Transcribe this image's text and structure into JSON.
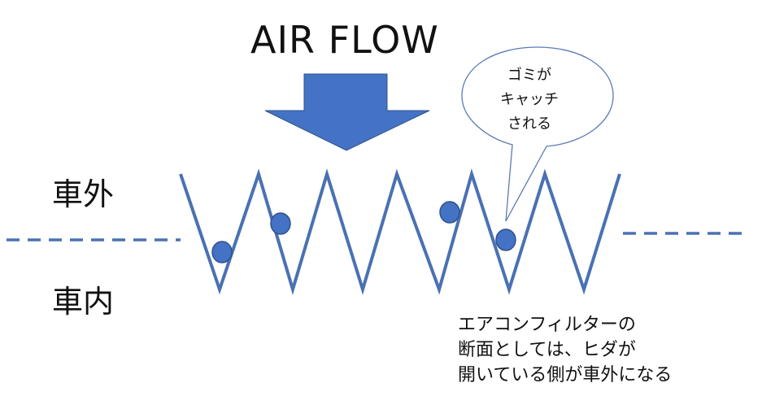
{
  "title": "AIR FLOW",
  "labels": {
    "outside": "車外",
    "inside": "車内"
  },
  "callout": {
    "lines": [
      "ゴミが",
      "キャッチ",
      "される"
    ]
  },
  "caption": {
    "lines": [
      "エアコンフィルターの",
      "断面としては、ヒダが",
      "開いている側が車外になる"
    ]
  },
  "colors": {
    "accent": "#4472c4",
    "filter_line": "#4a71b2",
    "dust": "#4472c4",
    "bubble_stroke": "#5b7bb3",
    "text": "#111111"
  }
}
